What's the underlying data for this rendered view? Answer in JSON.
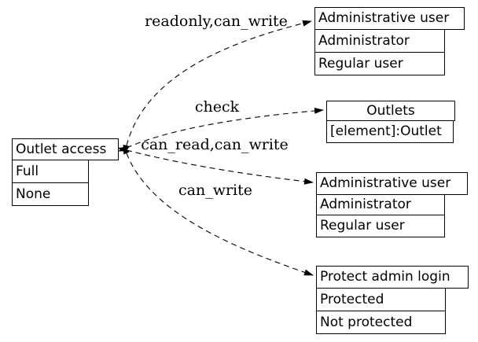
{
  "diagram": {
    "type": "dependency-graph",
    "background_color": "#ffffff",
    "line_color": "#000000",
    "nodes": {
      "outlet_access": {
        "header": "Outlet access",
        "rows": {
          "r0": "Full",
          "r1": "None"
        }
      },
      "admin_user_top": {
        "header": "Administrative user",
        "rows": {
          "r0": "Administrator",
          "r1": "Regular user"
        }
      },
      "outlets": {
        "header": "Outlets",
        "rows": {
          "r0": "[element]:Outlet"
        }
      },
      "admin_user_mid": {
        "header": "Administrative user",
        "rows": {
          "r0": "Administrator",
          "r1": "Regular user"
        }
      },
      "protect_admin_login": {
        "header": "Protect admin login",
        "rows": {
          "r0": "Protected",
          "r1": "Not protected"
        }
      }
    },
    "edges": {
      "e1": {
        "label": "readonly,can_write",
        "from": "Outlet access",
        "to": "Administrative user"
      },
      "e2": {
        "label": "check",
        "from": "Outlet access",
        "to": "Outlets"
      },
      "e3": {
        "label": "can_read,can_write",
        "from": "Outlet access",
        "to": "Administrative user"
      },
      "e4": {
        "label": "can_write",
        "from": "Outlet access",
        "to": "Protect admin login"
      }
    }
  }
}
